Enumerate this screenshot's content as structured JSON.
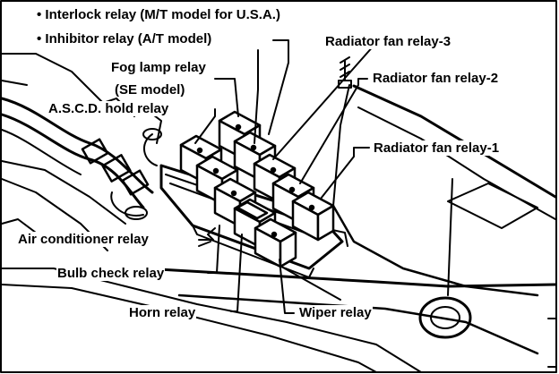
{
  "notes": [
    "• Interlock relay (M/T model for U.S.A.)",
    "• Inhibitor relay (A/T model)"
  ],
  "labels": {
    "radiator_fan_relay_3": "Radiator fan relay-3",
    "radiator_fan_relay_2": "Radiator fan relay-2",
    "radiator_fan_relay_1": "Radiator fan relay-1",
    "fog_lamp_relay": "Fog lamp relay",
    "fog_lamp_relay_note": "(SE model)",
    "ascd_hold_relay": "A.S.C.D. hold relay",
    "air_conditioner_relay": "Air conditioner relay",
    "bulb_check_relay": "Bulb check relay",
    "horn_relay": "Horn relay",
    "wiper_relay": "Wiper relay"
  },
  "colors": {
    "ink": "#000000",
    "paper": "#ffffff"
  }
}
